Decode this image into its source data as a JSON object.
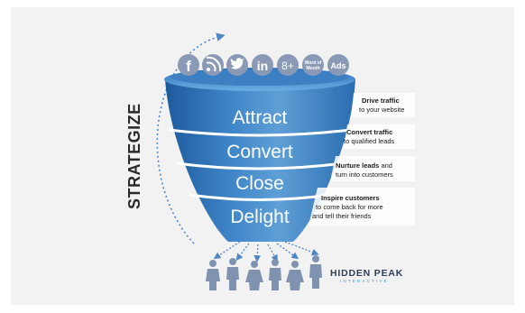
{
  "side_label": "STRATEGIZE",
  "social_icons": [
    {
      "name": "facebook-icon",
      "text": "f"
    },
    {
      "name": "rss-icon",
      "text": ""
    },
    {
      "name": "twitter-icon",
      "text": ""
    },
    {
      "name": "linkedin-icon",
      "text": "in"
    },
    {
      "name": "google-plus-icon",
      "text": "8+"
    },
    {
      "name": "word-of-mouth-icon",
      "line1": "Word of",
      "line2": "Mouth"
    },
    {
      "name": "ads-icon",
      "text": "Ads"
    }
  ],
  "stages": [
    {
      "label": "Attract",
      "note_bold": "Drive traffic",
      "note_rest": "to your website",
      "note2": ""
    },
    {
      "label": "Convert",
      "note_bold": "Convert traffic",
      "note_rest": "to qualified leads",
      "note2": ""
    },
    {
      "label": "Close",
      "note_bold": "Nurture leads",
      "note_rest": " and",
      "note2": "turn into customers"
    },
    {
      "label": "Delight",
      "note_bold": "Inspire customers",
      "note_rest": "to come back for more",
      "note2": "and tell their friends"
    }
  ],
  "brand": {
    "name": "HIDDEN PEAK",
    "sub": "INTERACTIVE"
  },
  "colors": {
    "funnel_light": "#5e9fd6",
    "funnel_dark": "#1d5a9c",
    "rim": "#3f86c8",
    "icons": "#8a9ab6",
    "people": "#7f92b0",
    "arrows": "#4f86c6"
  }
}
